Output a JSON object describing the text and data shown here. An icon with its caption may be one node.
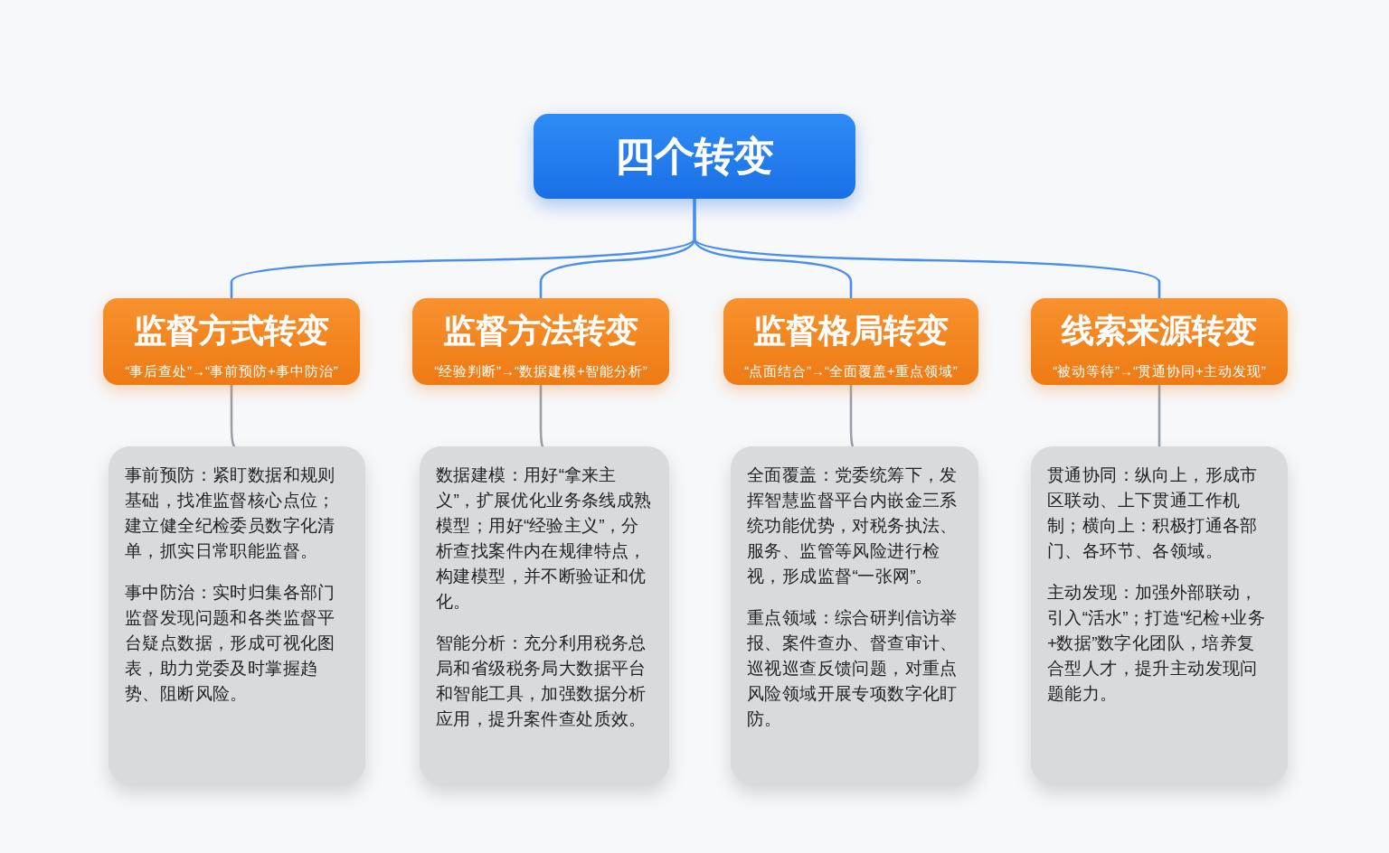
{
  "diagram": {
    "nodes": [
      {
        "text": [
          "四个转变"
        ]
      },
      {
        "text": [
          "监督方式转变",
          "“事后查处”→“事前预防+事中防治”"
        ]
      },
      {
        "text": [
          "监督方法转变",
          "“经验判断”→“数据建模+智能分析”"
        ]
      },
      {
        "text": [
          "监督格局转变",
          "“点面结合”→“全面覆盖+重点领域”"
        ]
      },
      {
        "text": [
          "线索来源转变",
          "“被动等待”→“贯通协同+主动发现”"
        ]
      },
      {
        "text": [
          "事前预防：紧盯数据和规则基础，找准监督核心点位；建立健全纪检委员数字化清单，抓实日常职能监督。",
          "事中防治：实时归集各部门监督发现问题和各类监督平台疑点数据，形成可视化图表，助力党委及时掌握趋势、阻断风险。"
        ]
      },
      {
        "text": [
          "数据建模：用好“拿来主义”，扩展优化业务条线成熟模型；用好“经验主义”，分析查找案件内在规律特点，构建模型，并不断验证和优化。",
          "智能分析：充分利用税务总局和省级税务局大数据平台和智能工具，加强数据分析应用，提升案件查处质效。"
        ]
      },
      {
        "text": [
          "全面覆盖：党委统筹下，发挥智慧监督平台内嵌金三系统功能优势，对税务执法、服务、监管等风险进行检视，形成监督“一张网”。",
          "重点领域：综合研判信访举报、案件查办、督查审计、巡视巡查反馈问题，对重点风险领域开展专项数字化盯防。"
        ]
      },
      {
        "text": [
          "贯通协同：纵向上，形成市区联动、上下贯通工作机制；横向上：积极打通各部门、各环节、各领域。",
          "主动发现：加强外部联动，引入“活水”；打造“纪检+业务+数据”数字化团队，培养复合型人才，提升主动发现问题能力。"
        ]
      }
    ],
    "edges": [
      {
        "from": 0,
        "to": 1,
        "arrow": "none"
      },
      {
        "from": 0,
        "to": 2,
        "arrow": "none"
      },
      {
        "from": 0,
        "to": 3,
        "arrow": "none"
      },
      {
        "from": 0,
        "to": 4,
        "arrow": "none"
      },
      {
        "from": 1,
        "to": 5,
        "arrow": "none"
      },
      {
        "from": 2,
        "to": 6,
        "arrow": "none"
      },
      {
        "from": 3,
        "to": 7,
        "arrow": "none"
      },
      {
        "from": 4,
        "to": 8,
        "arrow": "none"
      }
    ]
  }
}
